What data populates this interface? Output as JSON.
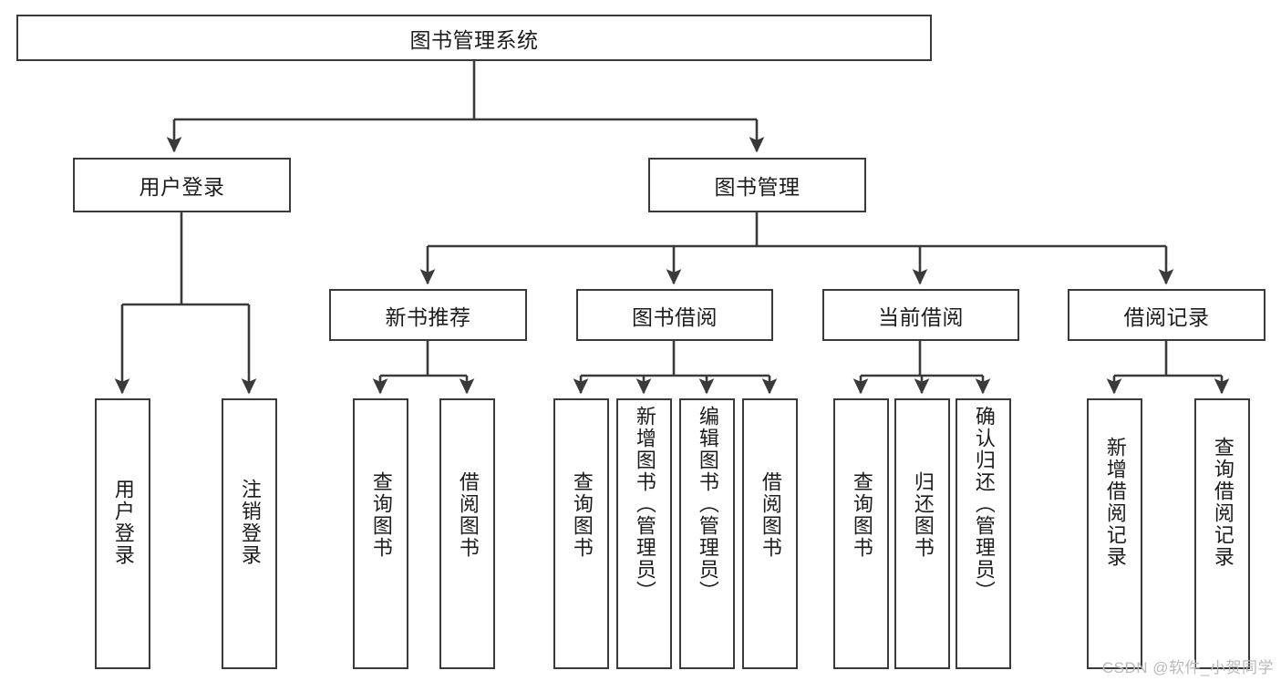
{
  "diagram": {
    "title": "图书管理系统",
    "type": "tree",
    "root": {
      "label": "图书管理系统"
    },
    "level2": [
      {
        "label": "用户登录"
      },
      {
        "label": "图书管理"
      }
    ],
    "level3": [
      {
        "label": "新书推荐"
      },
      {
        "label": "图书借阅"
      },
      {
        "label": "当前借阅"
      },
      {
        "label": "借阅记录"
      }
    ],
    "leaves": {
      "user_login": [
        {
          "label": "用户登录"
        },
        {
          "label": "注销登录"
        }
      ],
      "new_book_recommend": [
        {
          "label": "查询图书"
        },
        {
          "label": "借阅图书"
        }
      ],
      "book_borrow": [
        {
          "label": "查询图书"
        },
        {
          "label": "新增图书（管理员）"
        },
        {
          "label": "编辑图书（管理员）"
        },
        {
          "label": "借阅图书"
        }
      ],
      "current_borrow": [
        {
          "label": "查询图书"
        },
        {
          "label": "归还图书"
        },
        {
          "label": "确认归还（管理员）"
        }
      ],
      "borrow_record": [
        {
          "label": "新增借阅记录"
        },
        {
          "label": "查询借阅记录"
        }
      ]
    }
  },
  "watermark": {
    "text": "CSDN @软件_小贺同学"
  },
  "colors": {
    "stroke": "#3a3a3a",
    "text": "#1c1c1c",
    "background": "#ffffff",
    "watermark": "#b9b9b9"
  }
}
